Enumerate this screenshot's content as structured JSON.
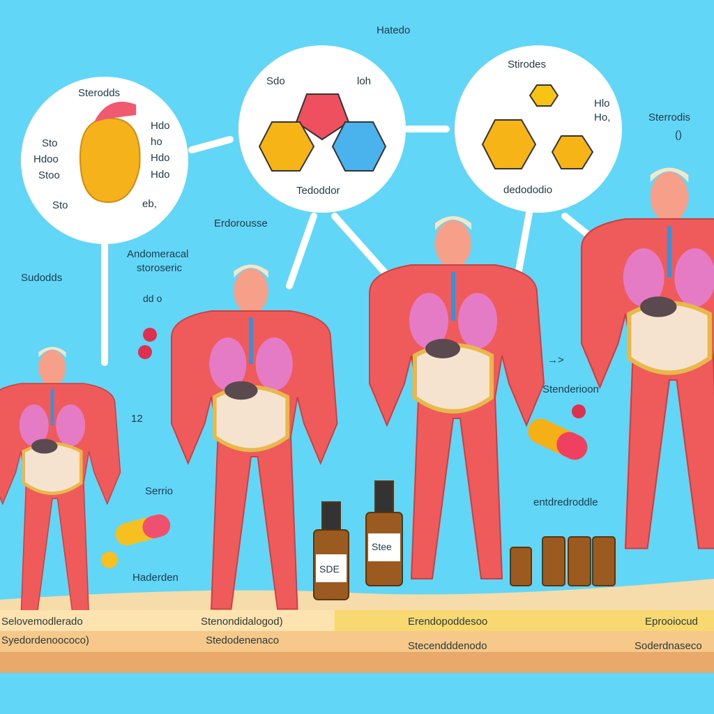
{
  "circles": [
    {
      "title": "Sterodds",
      "labels_left": [
        "Sto",
        "Hdoo",
        "Stoo",
        "Sto"
      ],
      "labels_right": [
        "Hdo",
        "ho",
        "Hdo",
        "Hdo",
        "eb,"
      ]
    },
    {
      "title": "Hatedo",
      "labels": [
        "Sdo",
        "loh"
      ],
      "caption": "Tedoddor"
    },
    {
      "title": "Stirodes",
      "labels": [
        "Hlo",
        "Ho,"
      ],
      "caption": "dedododio"
    }
  ],
  "annotations": {
    "steroids_right": "Sterrodis",
    "steroids_right_mark": "()",
    "endorouse": "Erdorousse",
    "andomeracal": "Andomeracal",
    "stomeric": "storoseric",
    "dd_o": "dd o",
    "sudodds": "Sudodds",
    "num": "12",
    "sterio": "Serrio",
    "haderden": "Haderden",
    "stenderioon": "Stenderioon",
    "entdredrodde": "entdredroddle",
    "arrow_mark": "→>",
    "bottle_label_1": "SDE",
    "bottle_label_2": "Stee"
  },
  "table": {
    "row1": [
      "Selovemodlerado",
      "Stenondidalogod)",
      "Erendopoddesoo",
      "Eprooiocud"
    ],
    "row2": [
      "Syedordenoococo)",
      "Stedodenenaco",
      "Stecendddenodo",
      "Soderdnaseco"
    ]
  },
  "colors": {
    "sky": "#62d6f7",
    "muscle": "#ef5a5a",
    "organ": "#e070c0",
    "sand": "#f6dcaa"
  }
}
